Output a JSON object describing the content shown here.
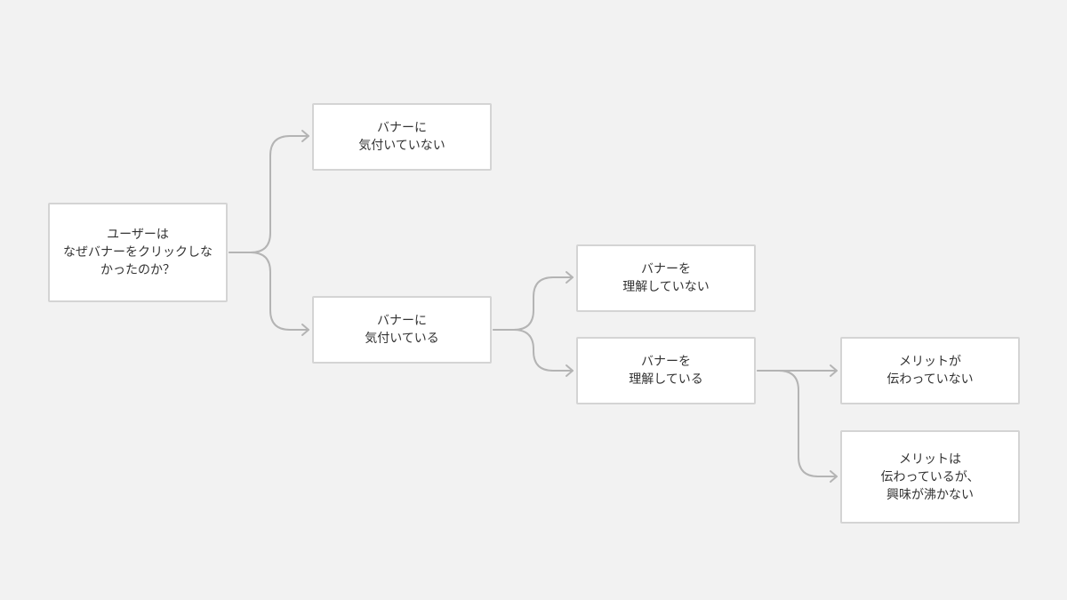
{
  "colors": {
    "background": "#f2f2f2",
    "node_fill": "#ffffff",
    "node_border": "#d4d4d4",
    "connector": "#b4b4b4",
    "text": "#333333"
  },
  "nodes": {
    "root": {
      "lines": [
        "ユーザーは",
        "なぜバナーをクリックしな",
        "かったのか？"
      ]
    },
    "not_noticed": {
      "lines": [
        "バナーに",
        "気付いていない"
      ]
    },
    "noticed": {
      "lines": [
        "バナーに",
        "気付いている"
      ]
    },
    "not_understood": {
      "lines": [
        "バナーを",
        "理解していない"
      ]
    },
    "understood": {
      "lines": [
        "バナーを",
        "理解している"
      ]
    },
    "merit_not_conveyed": {
      "lines": [
        "メリットが",
        "伝わっていない"
      ]
    },
    "merit_no_interest": {
      "lines": [
        "メリットは",
        "伝わっているが、",
        "興味が沸かない"
      ]
    }
  }
}
